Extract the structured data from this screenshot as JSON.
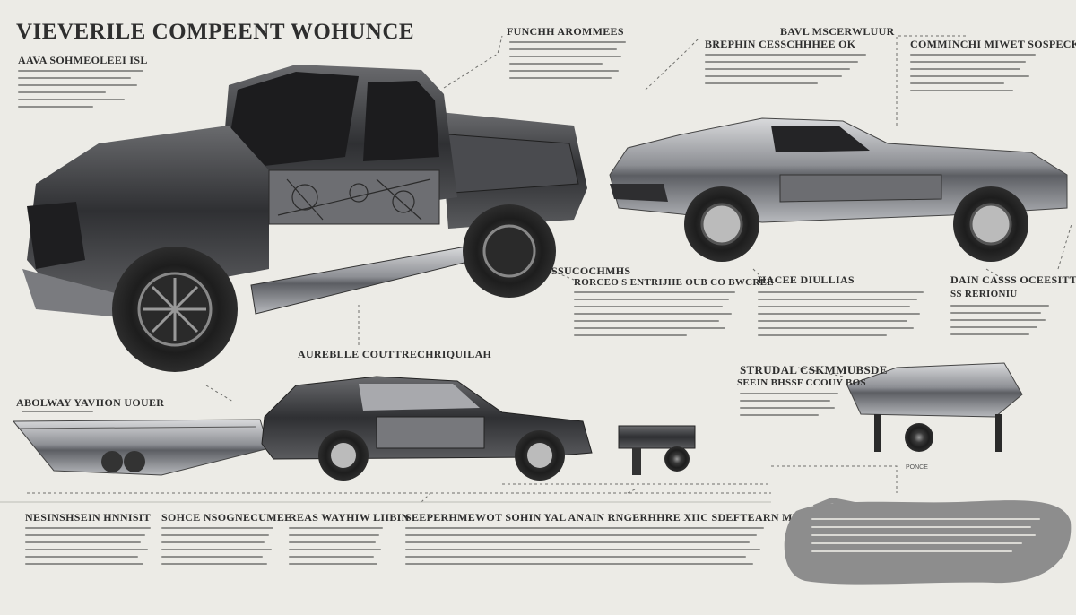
{
  "title": "VIEVERILE COMPEENT WOHUNCE",
  "labels": {
    "top_left": "AAVA SOHMEOLEEI ISL",
    "top_center": "FUNCHH AROMMEES",
    "top_right_a": "BAVL MSCERWLUUR",
    "top_right_b": "BREPHIN CESSCHHHEE OK",
    "top_far_right": "COMMINCHI MIWET SOSPECKIE",
    "mid_center": "SSUCOCHMHS",
    "mid_center_sub": "RORCEO S ENTRIJHE OUB CO BWCREE",
    "mid_right": "HACEE DIULLIAS",
    "mid_far_right": "DAIN CASSS OCEESITTION",
    "mid_far_right_sub": "SS RERIONIU",
    "center_caption": "AUREBLLE COUTTRECHRIQUILAH",
    "left_caption": "ABOLWAY YAVIION UOUER",
    "right_caption": "STRUDAL CSKMMUBSDE",
    "right_caption_sub": "SEEIN BHSSF CCOUY BOS",
    "bottom_1": "NESINSHSEIN HNNISIT",
    "bottom_2": "SOHCE NSOGNECUMEE",
    "bottom_3": "REAS WAYHIW LIIBIN",
    "bottom_4": "SEEPERHMEWOT SOHIN YAL ANAIN RNGERHHRE XIIC SDEFTEARN MMCS",
    "small_note": "PONCE"
  },
  "colors": {
    "background": "#ecebe6",
    "ink": "#2e2e2e",
    "body_dark": "#3c3c3e",
    "body_silver": "#a9abaf",
    "blob": "#8d8d8d"
  }
}
